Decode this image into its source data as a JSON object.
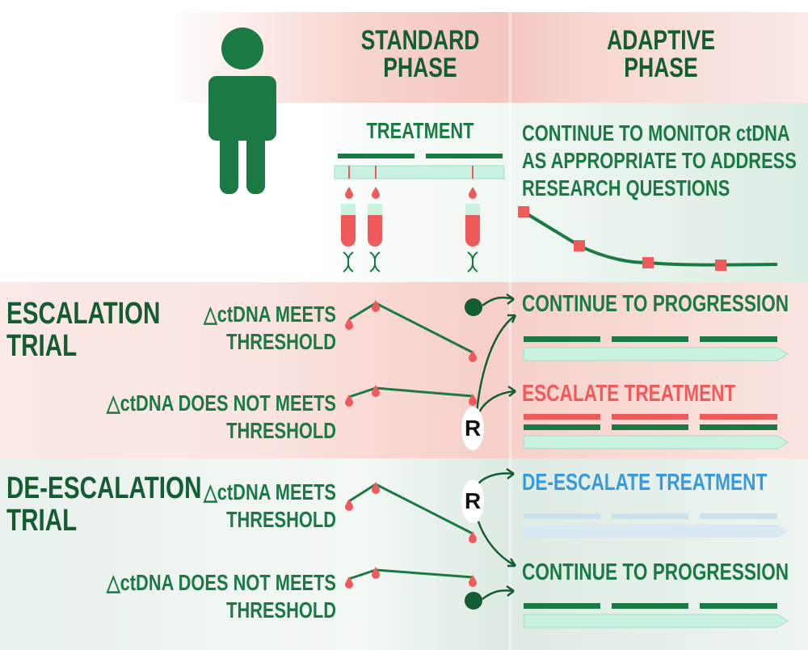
{
  "header": {
    "standard_phase": [
      "STANDARD",
      "PHASE"
    ],
    "adaptive_phase": [
      "ADAPTIVE",
      "PHASE"
    ]
  },
  "monitor": {
    "treatment_label": "TREATMENT",
    "note": [
      "CONTINUE TO MONITOR ctDNA",
      "AS APPROPRIATE TO ADDRESS",
      "RESEARCH QUESTIONS"
    ]
  },
  "escalation": {
    "title": [
      "ESCALATION",
      "TRIAL"
    ],
    "meets": [
      "△ctDNA MEETS",
      "THRESHOLD"
    ],
    "not_meets": [
      "△ctDNA DOES NOT MEETS",
      "THRESHOLD"
    ],
    "action_top": "CONTINUE TO PROGRESSION",
    "action_bottom": "ESCALATE TREATMENT",
    "randomize": "R"
  },
  "deescalation": {
    "title": [
      "DE-ESCALATION",
      "TRIAL"
    ],
    "meets": [
      "△ctDNA MEETS",
      "THRESHOLD"
    ],
    "not_meets": [
      "△ctDNA DOES NOT MEETS",
      "THRESHOLD"
    ],
    "action_top": "DE-ESCALATE TREATMENT",
    "action_bottom": "CONTINUE TO PROGRESSION",
    "randomize": "R"
  },
  "colors": {
    "dark_green": "#145c31",
    "green": "#1b7a43",
    "red": "#ef5b5b",
    "blue": "#3a9ad9",
    "mint": "#c9f3e0",
    "light_blue": "#d6e8f3"
  }
}
